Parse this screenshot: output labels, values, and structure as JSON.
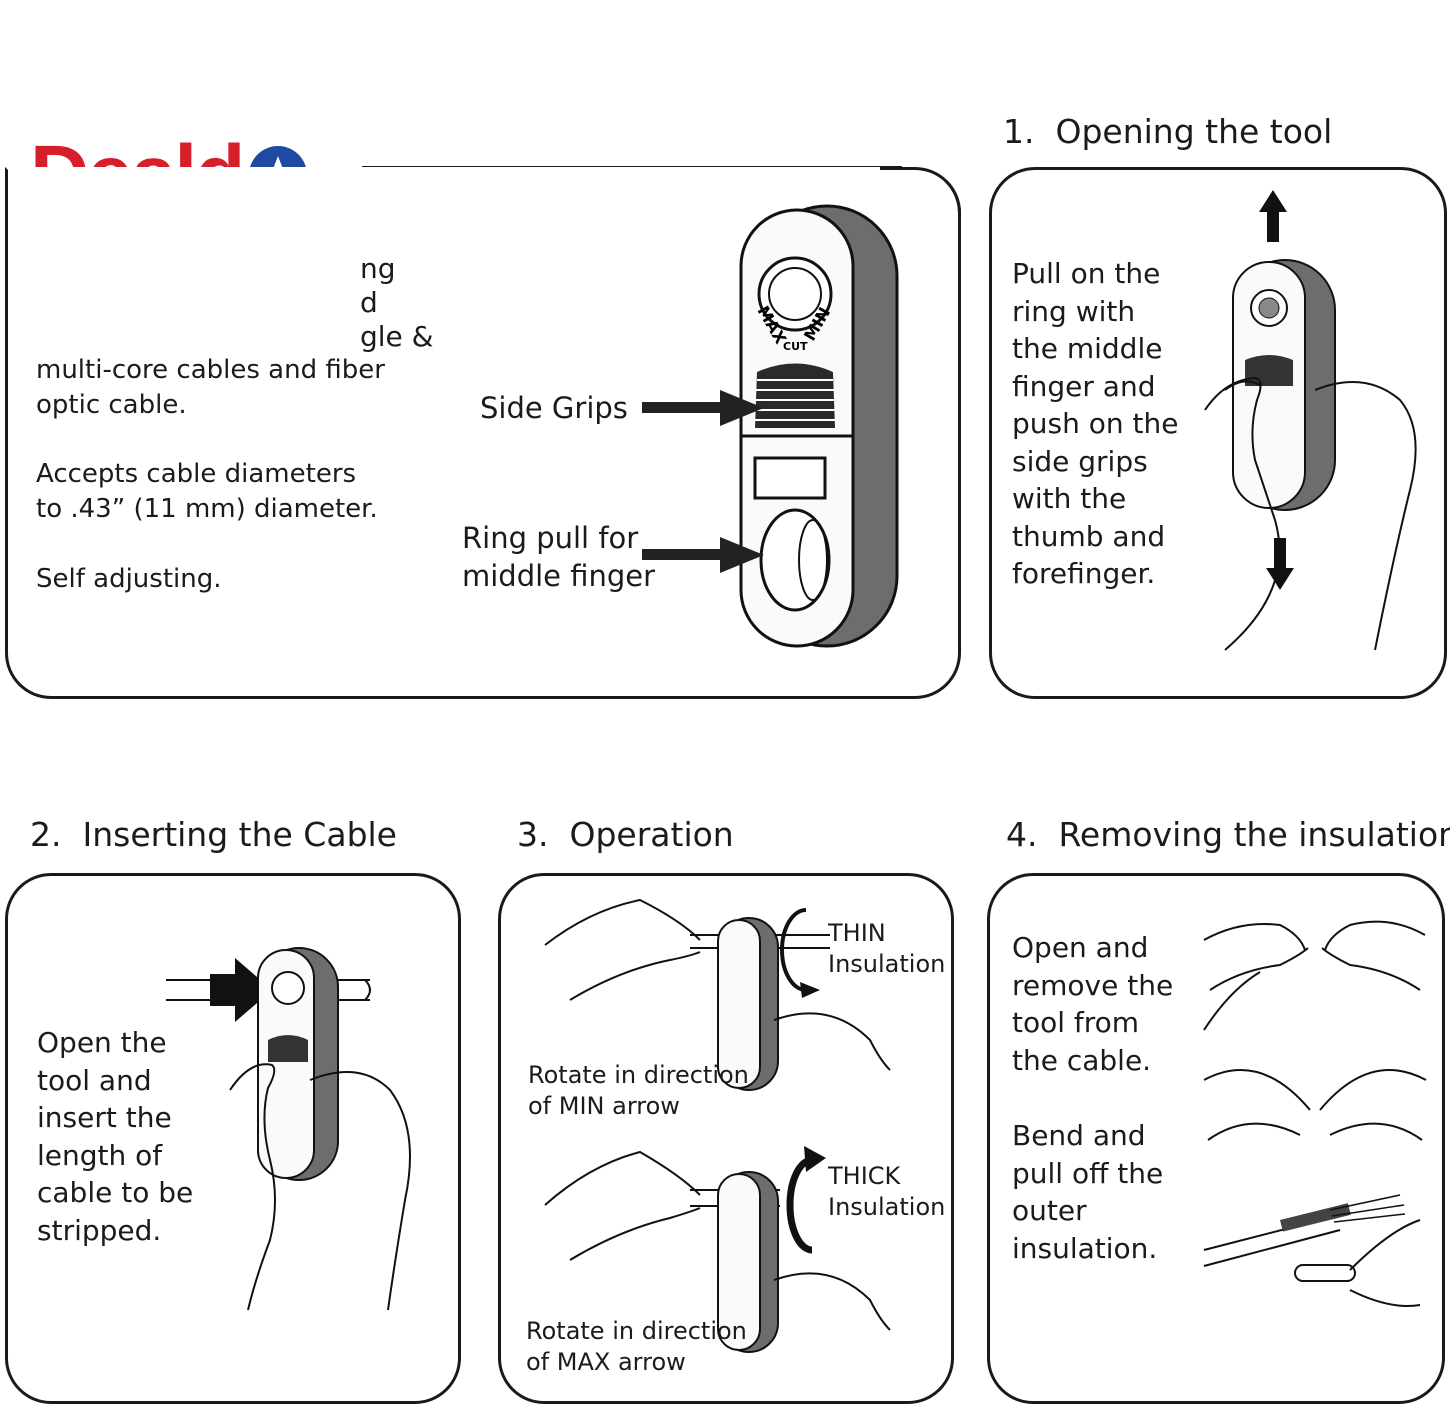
{
  "brand": {
    "name_part": "Deald",
    "star_o": "o",
    "color_red": "#d71f2c",
    "color_blue": "#1f4aa3"
  },
  "intro": {
    "partial_lines": [
      "ng",
      "d",
      "gle &"
    ],
    "lines": [
      "multi-core cables and fiber",
      "optic cable."
    ],
    "diameter_lines": [
      "Accepts cable diameters",
      "to .43” (11 mm) diameter."
    ],
    "self_adjusting": "Self adjusting."
  },
  "diagram": {
    "side_grips": "Side Grips",
    "ring_pull_lines": [
      "Ring pull for",
      "middle finger"
    ],
    "tool_labels": {
      "max": "MAX",
      "cut": "CUT",
      "min": "MIN"
    }
  },
  "steps": [
    {
      "number": "1.",
      "title": "Opening the tool",
      "text": [
        "Pull on the",
        "ring with",
        "the middle",
        "finger and",
        "push on the",
        "side grips",
        "with the",
        "thumb and",
        "forefinger."
      ]
    },
    {
      "number": "2.",
      "title": "Inserting the Cable",
      "text": [
        "Open the",
        "tool and",
        "insert the",
        "length of",
        "cable to be",
        "stripped."
      ]
    },
    {
      "number": "3.",
      "title": "Operation",
      "thin": [
        "THIN",
        "Insulation"
      ],
      "thin_caption": [
        "Rotate in direction",
        "of MIN arrow"
      ],
      "thick": [
        "THICK",
        "Insulation"
      ],
      "thick_caption": [
        "Rotate in direction",
        "of MAX arrow"
      ]
    },
    {
      "number": "4.",
      "title": "Removing the insulation",
      "text_a": [
        "Open and",
        "remove the",
        "tool from",
        "the cable."
      ],
      "text_b": [
        "Bend and",
        "pull off the",
        "outer",
        "insulation."
      ]
    }
  ]
}
